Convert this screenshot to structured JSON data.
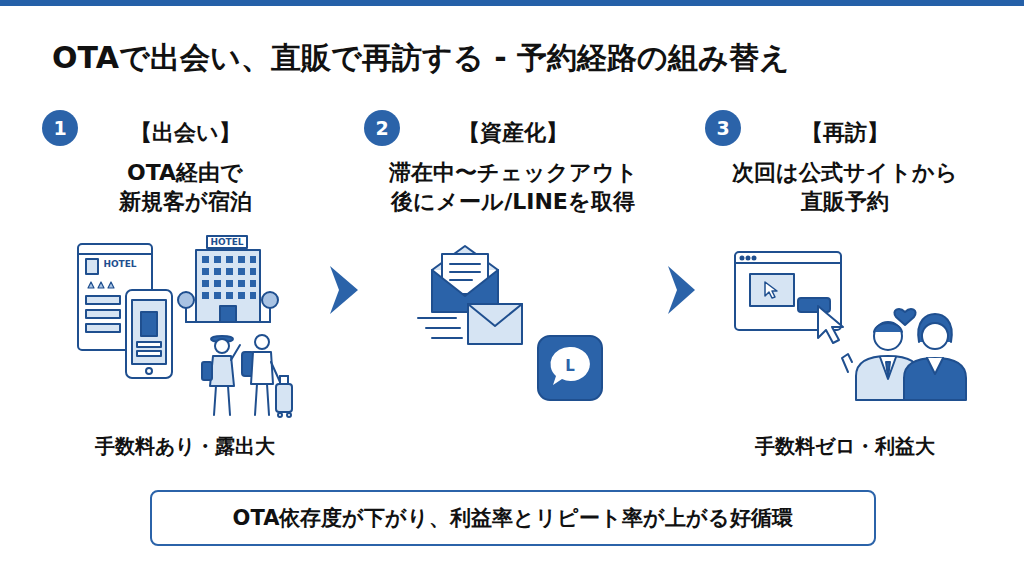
{
  "diagram": {
    "title": "OTAで出会い、直販で再訪する - 予約経路の組み替え",
    "nodes": [
      {
        "text": [
          "【出会い】",
          "OTA経由で 新規客が宿泊",
          "手数料あり・露出大"
        ]
      },
      {
        "text": [
          "1"
        ],
        "in": 0
      },
      {
        "text": [
          "【資産化】",
          "滞在中〜チェックアウト 後にメール/LINEを取得"
        ]
      },
      {
        "text": [
          "2"
        ],
        "in": 2
      },
      {
        "text": [
          "【再訪】",
          "次回は公式サイトから 直販予約",
          "手数料ゼロ・利益大"
        ]
      },
      {
        "text": [
          "3"
        ],
        "in": 4
      },
      {
        "text": [
          "OTA依存度が下がり、利益率とリピート率が上がる好循環"
        ]
      }
    ],
    "edges": [
      {
        "from": 0,
        "to": 2,
        "arrow": "to"
      },
      {
        "from": 2,
        "to": 4,
        "arrow": "to"
      }
    ],
    "labels": [
      "HOTEL",
      "HOTEL",
      "L"
    ]
  }
}
